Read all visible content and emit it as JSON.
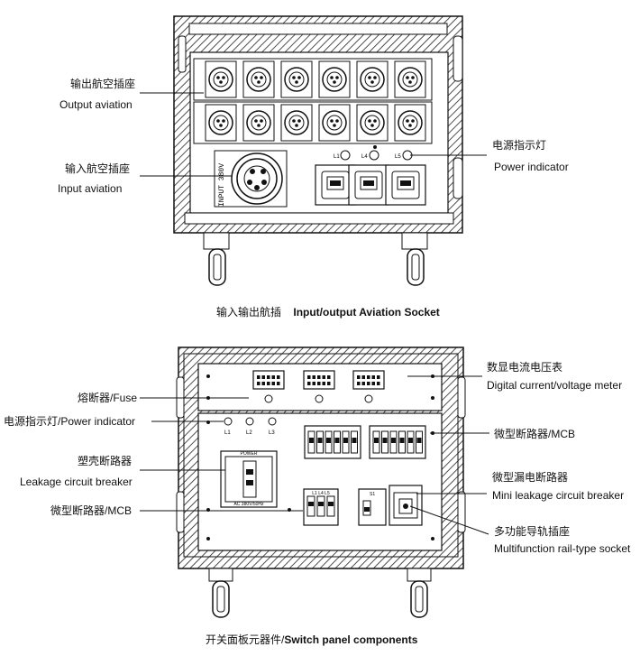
{
  "top_diagram": {
    "caption_cn": "输入输出航插",
    "caption_en": "Input/output Aviation Socket",
    "labels": {
      "output_cn": "输出航空插座",
      "output_en": "Output aviation",
      "input_cn": "输入航空插座",
      "input_en": "Input aviation",
      "power_cn": "电源指示灯",
      "power_en": "Power indicator"
    },
    "panel_marks": {
      "input_vertical": "INPUT 380V",
      "l1": "L1",
      "l2": "L4",
      "l3": "L5"
    }
  },
  "bottom_diagram": {
    "caption_cn": "开关面板元器件",
    "caption_en": "Switch panel components",
    "caption_sep": "/",
    "labels": {
      "fuse": "熔断器/Fuse",
      "power": "电源指示灯/Power indicator",
      "leakage_cn": "塑壳断路器",
      "leakage_en": "Leakage circuit breaker",
      "mcb_left": "微型断路器/MCB",
      "meter_cn": "数显电流电压表",
      "meter_en": "Digital current/voltage meter",
      "mcb_right": "微型断路器/MCB",
      "mini_leak_cn": "微型漏电断路器",
      "mini_leak_en": "Mini leakage circuit breaker",
      "rail_cn": "多功能导轨插座",
      "rail_en": "Multifunction rail-type socket"
    },
    "panel_marks": {
      "l1": "L1",
      "l2": "L2",
      "l3": "L3",
      "breaker_top": "POWER",
      "breaker_bottom": "AC 380V/50Hz",
      "mcb_small": "L1 L4 L5",
      "rcbo": "S1"
    }
  }
}
